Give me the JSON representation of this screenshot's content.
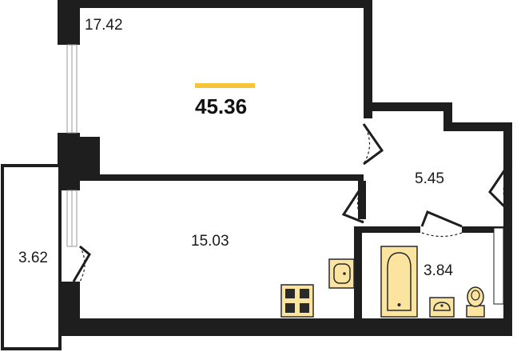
{
  "total_area": "45.36",
  "rooms": {
    "living_room": "17.42",
    "kitchen": "15.03",
    "hall": "5.45",
    "bathroom": "3.84",
    "balcony": "3.62"
  },
  "colors": {
    "wall": "#1e1e1e",
    "accent": "#f5c43a",
    "fixture_fill": "#fbe3a0",
    "fixture_stroke": "#2a2a2a",
    "window": "#9a9a9a"
  }
}
